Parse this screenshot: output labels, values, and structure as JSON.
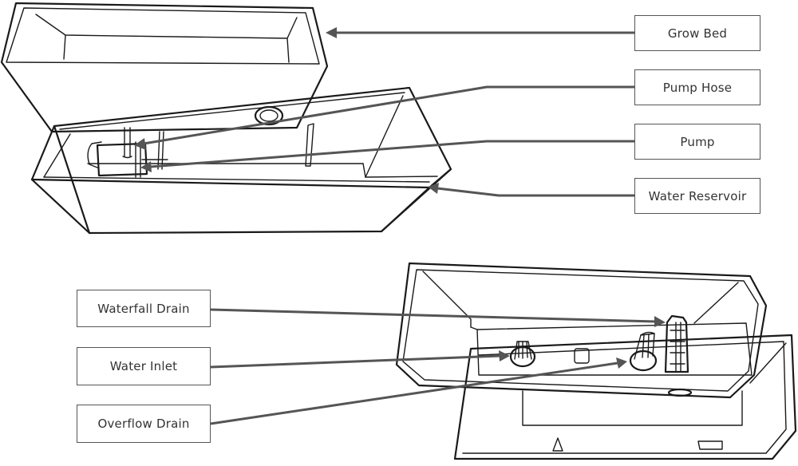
{
  "labels": {
    "grow_bed": "Grow Bed",
    "pump_hose": "Pump Hose",
    "pump": "Pump",
    "water_reservoir": "Water Reservoir",
    "waterfall_drain": "Waterfall Drain",
    "water_inlet": "Water Inlet",
    "overflow_drain": "Overflow Drain"
  },
  "colors": {
    "line": "#1a1a1a",
    "leader": "#555555",
    "label_border": "#555555",
    "background": "#ffffff"
  }
}
